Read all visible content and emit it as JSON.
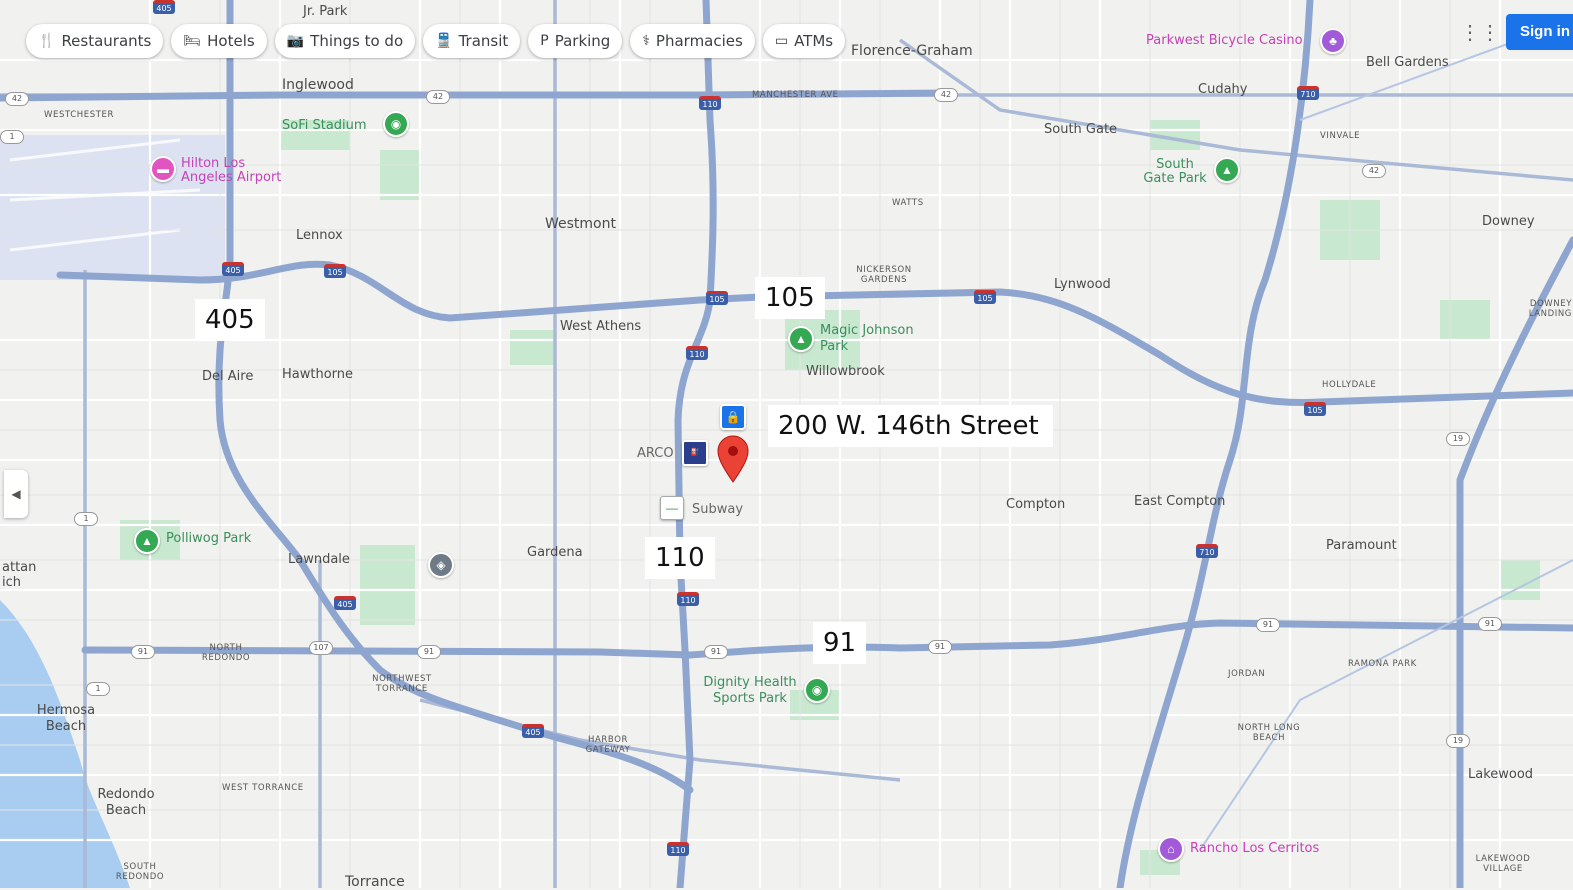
{
  "toolbar": {
    "pills": [
      {
        "icon": "restaurant-icon",
        "glyph": "🍴",
        "label": "Restaurants"
      },
      {
        "icon": "hotel-icon",
        "glyph": "🛏",
        "label": "Hotels"
      },
      {
        "icon": "camera-icon",
        "glyph": "📷",
        "label": "Things to do"
      },
      {
        "icon": "transit-icon",
        "glyph": "🚆",
        "label": "Transit"
      },
      {
        "icon": "parking-icon",
        "glyph": "P",
        "label": "Parking"
      },
      {
        "icon": "pharmacy-icon",
        "glyph": "⚕",
        "label": "Pharmacies"
      },
      {
        "icon": "atm-icon",
        "glyph": "▭",
        "label": "ATMs"
      }
    ],
    "apps_glyph": "⋮⋮⋮",
    "sign_in": "Sign in",
    "collapse_glyph": "◀"
  },
  "callouts": {
    "i405": "405",
    "i105": "105",
    "i110": "110",
    "sr91": "91",
    "address": "200 W. 146th Street"
  },
  "places": {
    "jr_park": "Jr. Park",
    "florence_graham": "Florence-Graham",
    "parkwest": "Parkwest Bicycle Casino",
    "bell_gardens": "Bell Gardens",
    "inglewood": "Inglewood",
    "manchester": "Manchester Ave",
    "cudahy": "Cudahy",
    "westchester": "WESTCHESTER",
    "sofi": "SoFi Stadium",
    "south_gate": "South Gate",
    "vinvale": "VINVALE",
    "hilton": "Hilton Los Angeles Airport",
    "south_gate_park": "South Gate Park",
    "watts": "WATTS",
    "westmont": "Westmont",
    "downey": "Downey",
    "lennox": "Lennox",
    "nickerson": "NICKERSON GARDENS",
    "lynwood": "Lynwood",
    "downey_landing": "DOWNEY LANDING",
    "west_athens": "West Athens",
    "magic": "Magic Johnson Park",
    "willowbrook": "Willowbrook",
    "del_aire": "Del Aire",
    "hawthorne": "Hawthorne",
    "hollydale": "HOLLYDALE",
    "arco": "ARCO",
    "subway": "Subway",
    "compton": "Compton",
    "east_compton": "East Compton",
    "polliwog": "Polliwog Park",
    "lawndale": "Lawndale",
    "gardena": "Gardena",
    "paramount": "Paramount",
    "manhattan": "attan ich",
    "north_redondo": "NORTH REDONDO",
    "northwest_torrance": "NORTHWEST TORRANCE",
    "dignity": "Dignity Health Sports Park",
    "ramona": "RAMONA PARK",
    "jordan": "JORDAN",
    "hermosa": "Hermosa Beach",
    "harbor": "HARBOR GATEWAY",
    "north_long_beach": "NORTH LONG BEACH",
    "west_torrance": "WEST TORRANCE",
    "lakewood": "Lakewood",
    "redondo": "Redondo Beach",
    "rancho": "Rancho Los Cerritos",
    "south_redondo": "SOUTH REDONDO",
    "lakewood_village": "LAKEWOOD VILLAGE",
    "torrance": "Torrance"
  },
  "shields": {
    "i405a": "405",
    "i405b": "405",
    "i405c": "405",
    "i105a": "105",
    "i105b": "105",
    "i105c": "105",
    "i105d": "105",
    "i110a": "110",
    "i110b": "110",
    "i110c": "110",
    "i110d": "110",
    "i710a": "710",
    "i710b": "710",
    "sr42a": "42",
    "sr42b": "42",
    "sr42c": "42",
    "sr91a": "91",
    "sr91b": "91",
    "sr91c": "91",
    "sr91d": "91",
    "sr91e": "91",
    "sr91f": "91",
    "sr107": "107",
    "sr19a": "19",
    "sr19b": "19",
    "sr1a": "1",
    "sr1b": "1",
    "sr1c": "1"
  },
  "colors": {
    "highway": "#8ea6cf",
    "highway_edge": "#7d97c4",
    "street": "#ffffff",
    "park": "#c8e8cf",
    "water": "#a8cdf0",
    "airport": "#dfe3f1",
    "pin": "#ea4335"
  }
}
